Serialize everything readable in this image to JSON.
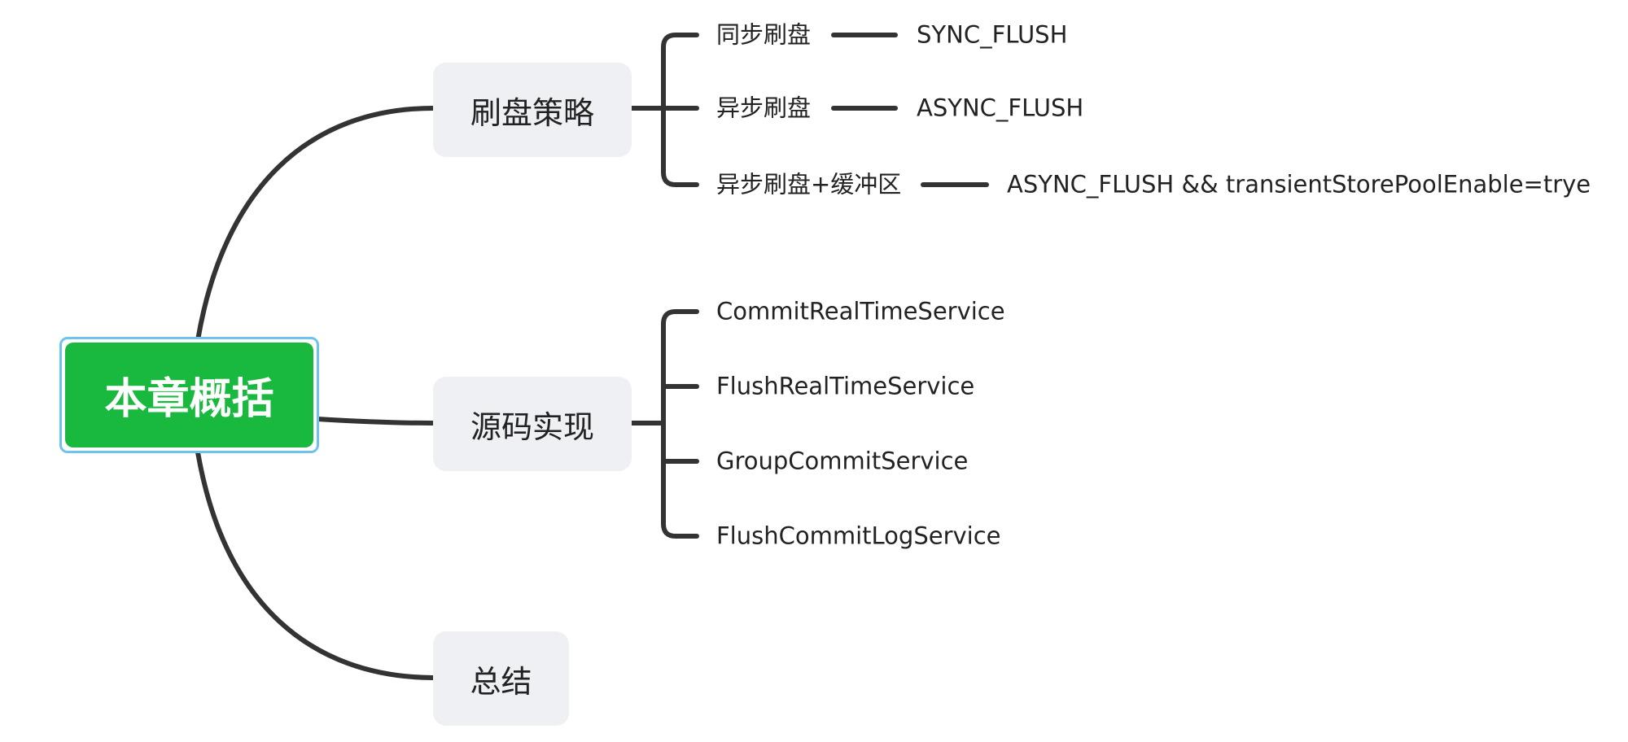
{
  "root": {
    "label": "本章概括"
  },
  "branches": {
    "strategy": {
      "label": "刷盘策略",
      "items": [
        {
          "label": "同步刷盘",
          "value": "SYNC_FLUSH"
        },
        {
          "label": "异步刷盘",
          "value": "ASYNC_FLUSH"
        },
        {
          "label": "异步刷盘+缓冲区",
          "value": "ASYNC_FLUSH && transientStorePoolEnable=trye"
        }
      ]
    },
    "source": {
      "label": "源码实现",
      "items": [
        {
          "label": "CommitRealTimeService"
        },
        {
          "label": "FlushRealTimeService"
        },
        {
          "label": "GroupCommitService"
        },
        {
          "label": "FlushCommitLogService"
        }
      ]
    },
    "summary": {
      "label": "总结"
    }
  },
  "colors": {
    "root_fill": "#19b83f",
    "root_border": "#6ec3ee",
    "branch_fill": "#eef0f3",
    "connector": "#333333"
  }
}
